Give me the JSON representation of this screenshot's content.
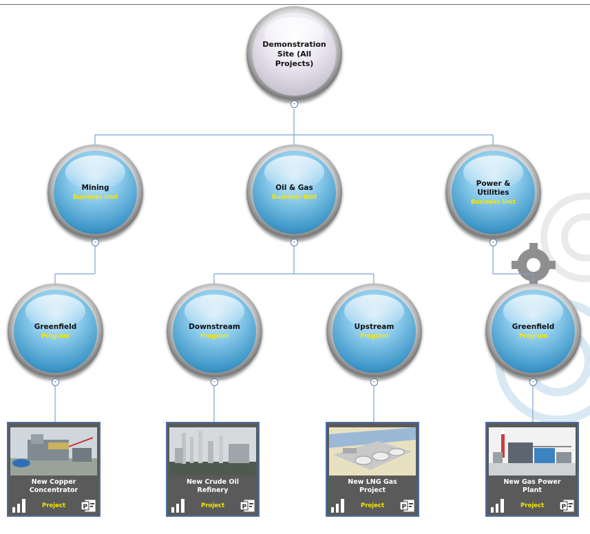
{
  "root": {
    "title": "Demonstration Site (All Projects)"
  },
  "business_units": [
    {
      "title": "Mining",
      "type": "Business Unit"
    },
    {
      "title": "Oil & Gas",
      "type": "Business Unit"
    },
    {
      "title": "Power & Utilities",
      "type": "Business Unit"
    }
  ],
  "programs": [
    {
      "title": "Greenfield",
      "type": "Program"
    },
    {
      "title": "Downstream",
      "type": "Program"
    },
    {
      "title": "Upstream",
      "type": "Program"
    },
    {
      "title": "Greenfield",
      "type": "Program"
    }
  ],
  "projects": [
    {
      "title": "New Copper Concentrator",
      "type": "Project"
    },
    {
      "title": "New Crude Oil Refinery",
      "type": "Project"
    },
    {
      "title": "New LNG Gas Project",
      "type": "Project"
    },
    {
      "title": "New Gas Power Plant",
      "type": "Project"
    }
  ],
  "collapse_symbol": "-",
  "colors": {
    "connector": "#7aa1d6",
    "accent_label": "#f4e800",
    "card_border": "#4a6fa5"
  },
  "icons": {
    "card_left": "bar-chart-icon",
    "card_right": "ms-project-icon"
  }
}
